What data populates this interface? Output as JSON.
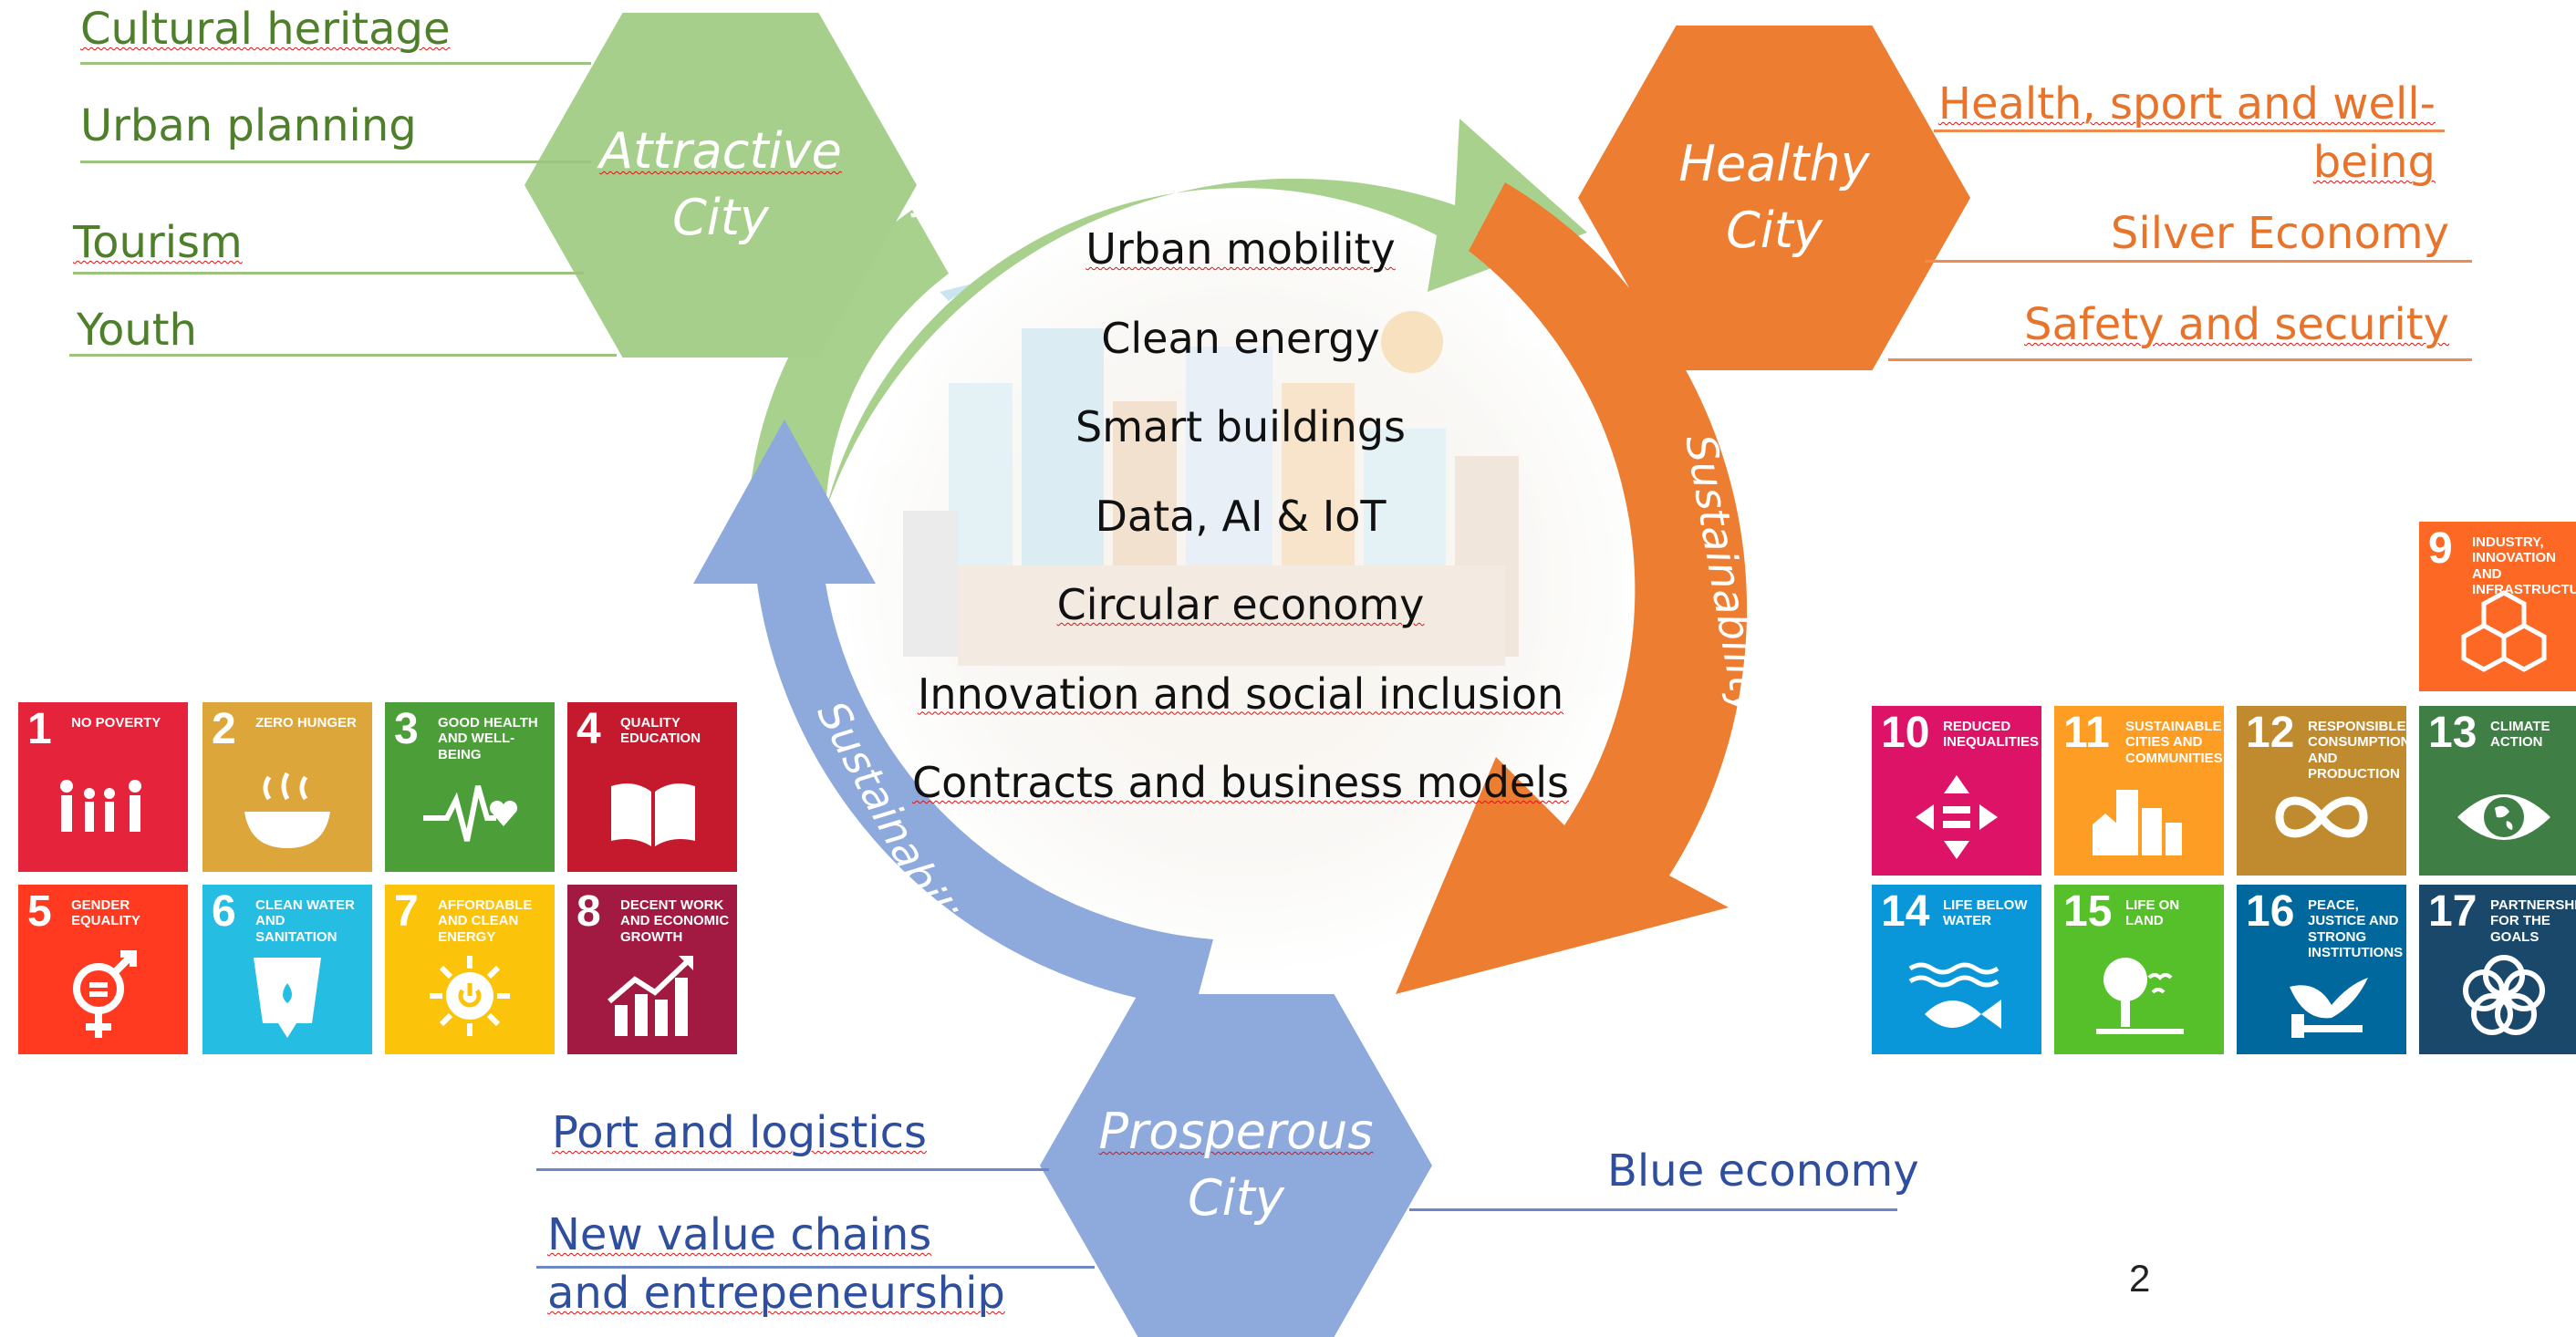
{
  "hexes": {
    "attractive": {
      "line1": "Attractive",
      "line2": "City"
    },
    "healthy": {
      "line1": "Healthy",
      "line2": "City"
    },
    "prosperous": {
      "line1": "Prosperous",
      "line2": "City"
    }
  },
  "arrow_text": {
    "top": "Sustainability",
    "right": "Sustainability",
    "left": "Sustainability"
  },
  "center_items": [
    "Urban mobility",
    "Clean energy",
    "Smart buildings",
    "Data, AI & IoT",
    "Circular economy",
    "Innovation and social inclusion",
    "Contracts and business models"
  ],
  "attractive_topics": [
    "Cultural heritage",
    "Urban planning",
    "Tourism",
    "Youth"
  ],
  "healthy_topics": [
    "Health, sport and well-being",
    "Silver Economy",
    "Safety and security"
  ],
  "prosperous_topics": [
    "Port and logistics",
    "New value chains and entrepeneurship",
    "Blue economy"
  ],
  "sdg_left": [
    {
      "num": "1",
      "title": "No poverty",
      "color": "#e5243b",
      "icon": "family-icon"
    },
    {
      "num": "2",
      "title": "Zero hunger",
      "color": "#dda63a",
      "icon": "bowl-icon"
    },
    {
      "num": "3",
      "title": "Good health and well-being",
      "color": "#4c9f38",
      "icon": "heartbeat-icon"
    },
    {
      "num": "4",
      "title": "Quality education",
      "color": "#c5192d",
      "icon": "book-icon"
    },
    {
      "num": "5",
      "title": "Gender equality",
      "color": "#ff3a21",
      "icon": "gender-icon"
    },
    {
      "num": "6",
      "title": "Clean water and sanitation",
      "color": "#26bde2",
      "icon": "water-glass-icon"
    },
    {
      "num": "7",
      "title": "Affordable and clean energy",
      "color": "#fcc30b",
      "icon": "sun-power-icon"
    },
    {
      "num": "8",
      "title": "Decent work and economic growth",
      "color": "#a21942",
      "icon": "growth-chart-icon"
    }
  ],
  "sdg_right": [
    {
      "num": "9",
      "title": "Industry, innovation and infrastructure",
      "color": "#fd6925",
      "icon": "cubes-icon"
    },
    {
      "num": "10",
      "title": "Reduced inequalities",
      "color": "#dd1367",
      "icon": "equality-icon"
    },
    {
      "num": "11",
      "title": "Sustainable cities and communities",
      "color": "#fd9d24",
      "icon": "city-icon"
    },
    {
      "num": "12",
      "title": "Responsible consumption and production",
      "color": "#bf8b2e",
      "icon": "infinity-icon"
    },
    {
      "num": "13",
      "title": "Climate action",
      "color": "#3f7e44",
      "icon": "eye-globe-icon"
    },
    {
      "num": "14",
      "title": "Life below water",
      "color": "#0a97d9",
      "icon": "fish-icon"
    },
    {
      "num": "15",
      "title": "Life on land",
      "color": "#56c02b",
      "icon": "tree-icon"
    },
    {
      "num": "16",
      "title": "Peace, justice and strong institutions",
      "color": "#00689d",
      "icon": "dove-icon"
    },
    {
      "num": "17",
      "title": "Partnerships for the goals",
      "color": "#19486a",
      "icon": "rings-icon"
    }
  ],
  "page_number": "2"
}
